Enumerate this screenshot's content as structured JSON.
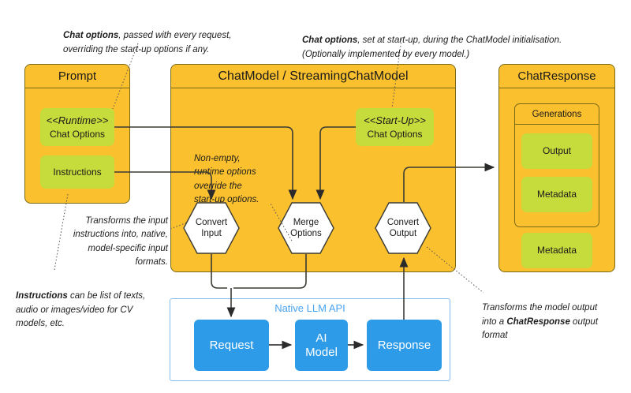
{
  "diagram": {
    "title": "ChatModel / StreamingChatModel flow",
    "colors": {
      "container": "#FBC02D",
      "chip": "#C6DB3C",
      "api_accent": "#49A3EE",
      "api_chip": "#2E9BE8",
      "stroke": "#3B3B35"
    }
  },
  "prompt": {
    "title": "Prompt",
    "runtime_chip": {
      "stereotype": "<<Runtime>>",
      "label": "Chat Options"
    },
    "instructions_chip": {
      "label": "Instructions"
    }
  },
  "chatmodel": {
    "title": "ChatModel / StreamingChatModel",
    "startup_chip": {
      "stereotype": "<<Start-Up>>",
      "label": "Chat Options"
    },
    "hexagons": [
      {
        "line1": "Convert",
        "line2": "Input"
      },
      {
        "line1": "Merge",
        "line2": "Options"
      },
      {
        "line1": "Convert",
        "line2": "Output"
      }
    ],
    "inline_note": "Non-empty,\nruntime options\noverride the\nstart-up options."
  },
  "chatresponse": {
    "title": "ChatResponse",
    "generations": {
      "title": "Generations",
      "items": [
        "Output",
        "Metadata"
      ]
    },
    "metadata_label": "Metadata"
  },
  "native_api": {
    "title": "Native LLM API",
    "steps": [
      {
        "line1": "Request",
        "line2": ""
      },
      {
        "line1": "AI",
        "line2": "Model"
      },
      {
        "line1": "Response",
        "line2": ""
      }
    ]
  },
  "annotations": {
    "runtime_options": {
      "bold": "Chat options",
      "rest": ", passed with every  request,\noverriding the start-up options if any."
    },
    "startup_options": {
      "bold": "Chat options",
      "rest": ", set at start-up, during  the ChatModel initialisation.\n(Optionally implemented by every model.)"
    },
    "convert_input": "Transforms the input\ninstructions into, native,\nmodel-specific input formats.",
    "instructions": {
      "bold": "Instructions",
      "rest": " can be list of texts,\naudio or images/video for CV\nmodels, etc."
    },
    "convert_output": {
      "pre": "Transforms the model output\ninto  a ",
      "bold": "ChatResponse",
      "post": " output\nformat"
    }
  }
}
